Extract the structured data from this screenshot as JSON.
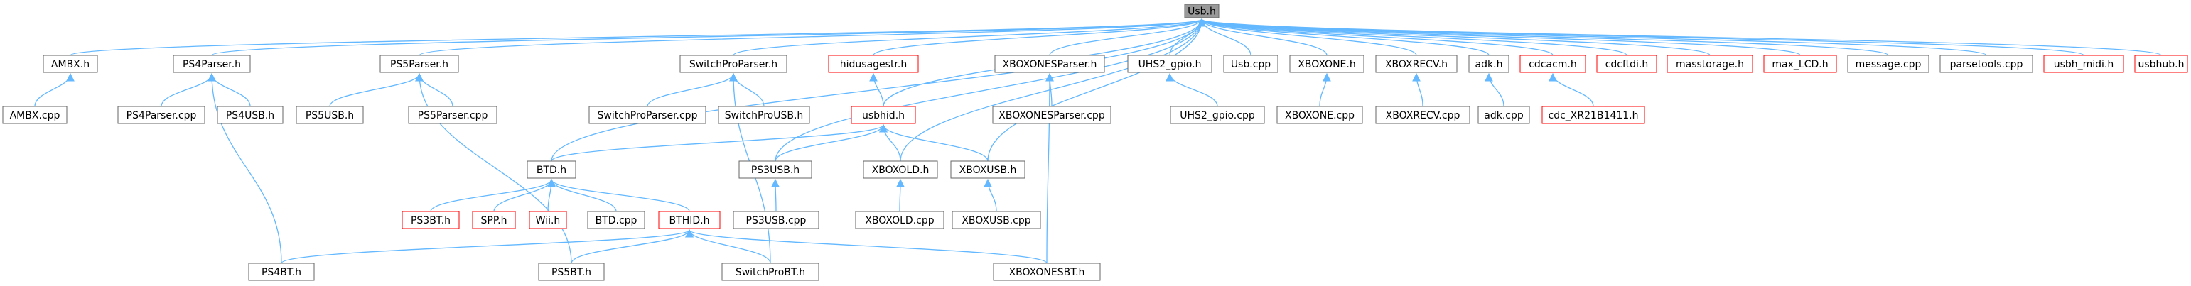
{
  "colors": {
    "edge": "#63b8ff",
    "root_fill": "#999999",
    "node_fill": "#ffffff",
    "node_stroke": "#666666",
    "incomplete_stroke": "#ff0000",
    "text": "#000000"
  },
  "graph": {
    "root": "Usb.h",
    "nodes": [
      {
        "id": "usb_h",
        "label": "Usb.h",
        "kind": "root"
      },
      {
        "id": "ambx_h",
        "label": "AMBX.h",
        "kind": "normal"
      },
      {
        "id": "ps4parser_h",
        "label": "PS4Parser.h",
        "kind": "normal"
      },
      {
        "id": "ps5parser_h",
        "label": "PS5Parser.h",
        "kind": "normal"
      },
      {
        "id": "switchproparser_h",
        "label": "SwitchProParser.h",
        "kind": "normal"
      },
      {
        "id": "hidusagestr_h",
        "label": "hidusagestr.h",
        "kind": "incomplete"
      },
      {
        "id": "xboxonesparser_h",
        "label": "XBOXONESParser.h",
        "kind": "normal"
      },
      {
        "id": "uhs2_gpio_h",
        "label": "UHS2_gpio.h",
        "kind": "normal"
      },
      {
        "id": "usb_cpp",
        "label": "Usb.cpp",
        "kind": "normal"
      },
      {
        "id": "xboxone_h",
        "label": "XBOXONE.h",
        "kind": "normal"
      },
      {
        "id": "xboxrecv_h",
        "label": "XBOXRECV.h",
        "kind": "normal"
      },
      {
        "id": "adk_h",
        "label": "adk.h",
        "kind": "normal"
      },
      {
        "id": "cdcacm_h",
        "label": "cdcacm.h",
        "kind": "incomplete"
      },
      {
        "id": "cdcftdi_h",
        "label": "cdcftdi.h",
        "kind": "incomplete"
      },
      {
        "id": "masstorage_h",
        "label": "masstorage.h",
        "kind": "incomplete"
      },
      {
        "id": "max_lcd_h",
        "label": "max_LCD.h",
        "kind": "incomplete"
      },
      {
        "id": "message_cpp",
        "label": "message.cpp",
        "kind": "normal"
      },
      {
        "id": "parsetools_cpp",
        "label": "parsetools.cpp",
        "kind": "normal"
      },
      {
        "id": "usbh_midi_h",
        "label": "usbh_midi.h",
        "kind": "incomplete"
      },
      {
        "id": "usbhub_h",
        "label": "usbhub.h",
        "kind": "incomplete"
      },
      {
        "id": "ambx_cpp",
        "label": "AMBX.cpp",
        "kind": "normal"
      },
      {
        "id": "ps4parser_cpp",
        "label": "PS4Parser.cpp",
        "kind": "normal"
      },
      {
        "id": "ps4usb_h",
        "label": "PS4USB.h",
        "kind": "normal"
      },
      {
        "id": "ps5usb_h",
        "label": "PS5USB.h",
        "kind": "normal"
      },
      {
        "id": "ps5parser_cpp",
        "label": "PS5Parser.cpp",
        "kind": "normal"
      },
      {
        "id": "switchproparser_cpp",
        "label": "SwitchProParser.cpp",
        "kind": "normal"
      },
      {
        "id": "switchprousb_h",
        "label": "SwitchProUSB.h",
        "kind": "normal"
      },
      {
        "id": "usbhid_h",
        "label": "usbhid.h",
        "kind": "incomplete"
      },
      {
        "id": "xboxonesparser_cpp",
        "label": "XBOXONESParser.cpp",
        "kind": "normal"
      },
      {
        "id": "uhs2_gpio_cpp",
        "label": "UHS2_gpio.cpp",
        "kind": "normal"
      },
      {
        "id": "xboxone_cpp",
        "label": "XBOXONE.cpp",
        "kind": "normal"
      },
      {
        "id": "xboxrecv_cpp",
        "label": "XBOXRECV.cpp",
        "kind": "normal"
      },
      {
        "id": "adk_cpp",
        "label": "adk.cpp",
        "kind": "normal"
      },
      {
        "id": "cdc_xr21b1411_h",
        "label": "cdc_XR21B1411.h",
        "kind": "incomplete"
      },
      {
        "id": "btd_h",
        "label": "BTD.h",
        "kind": "normal"
      },
      {
        "id": "ps3usb_h",
        "label": "PS3USB.h",
        "kind": "normal"
      },
      {
        "id": "xboxold_h",
        "label": "XBOXOLD.h",
        "kind": "normal"
      },
      {
        "id": "xboxusb_h",
        "label": "XBOXUSB.h",
        "kind": "normal"
      },
      {
        "id": "ps3bt_h",
        "label": "PS3BT.h",
        "kind": "incomplete"
      },
      {
        "id": "spp_h",
        "label": "SPP.h",
        "kind": "incomplete"
      },
      {
        "id": "wii_h",
        "label": "Wii.h",
        "kind": "incomplete"
      },
      {
        "id": "btd_cpp",
        "label": "BTD.cpp",
        "kind": "normal"
      },
      {
        "id": "bthid_h",
        "label": "BTHID.h",
        "kind": "incomplete"
      },
      {
        "id": "ps3usb_cpp",
        "label": "PS3USB.cpp",
        "kind": "normal"
      },
      {
        "id": "xboxold_cpp",
        "label": "XBOXOLD.cpp",
        "kind": "normal"
      },
      {
        "id": "xboxusb_cpp",
        "label": "XBOXUSB.cpp",
        "kind": "normal"
      },
      {
        "id": "ps4bt_h",
        "label": "PS4BT.h",
        "kind": "normal"
      },
      {
        "id": "ps5bt_h",
        "label": "PS5BT.h",
        "kind": "normal"
      },
      {
        "id": "switchprobt_h",
        "label": "SwitchProBT.h",
        "kind": "normal"
      },
      {
        "id": "xboxonesbt_h",
        "label": "XBOXONESBT.h",
        "kind": "normal"
      }
    ],
    "edges": [
      [
        "ambx_h",
        "usb_h"
      ],
      [
        "ps4parser_h",
        "usb_h"
      ],
      [
        "ps5parser_h",
        "usb_h"
      ],
      [
        "switchproparser_h",
        "usb_h"
      ],
      [
        "hidusagestr_h",
        "usb_h"
      ],
      [
        "xboxonesparser_h",
        "usb_h"
      ],
      [
        "uhs2_gpio_h",
        "usb_h"
      ],
      [
        "usb_cpp",
        "usb_h"
      ],
      [
        "xboxone_h",
        "usb_h"
      ],
      [
        "xboxrecv_h",
        "usb_h"
      ],
      [
        "adk_h",
        "usb_h"
      ],
      [
        "cdcacm_h",
        "usb_h"
      ],
      [
        "cdcftdi_h",
        "usb_h"
      ],
      [
        "masstorage_h",
        "usb_h"
      ],
      [
        "max_lcd_h",
        "usb_h"
      ],
      [
        "message_cpp",
        "usb_h"
      ],
      [
        "parsetools_cpp",
        "usb_h"
      ],
      [
        "usbh_midi_h",
        "usb_h"
      ],
      [
        "usbhub_h",
        "usb_h"
      ],
      [
        "btd_h",
        "usb_h"
      ],
      [
        "ps3usb_h",
        "usb_h"
      ],
      [
        "xboxold_h",
        "usb_h"
      ],
      [
        "xboxusb_h",
        "usb_h"
      ],
      [
        "usbhid_h",
        "usb_h"
      ],
      [
        "ambx_cpp",
        "ambx_h"
      ],
      [
        "ps4parser_cpp",
        "ps4parser_h"
      ],
      [
        "ps4usb_h",
        "ps4parser_h"
      ],
      [
        "ps4bt_h",
        "ps4parser_h"
      ],
      [
        "ps5usb_h",
        "ps5parser_h"
      ],
      [
        "ps5parser_cpp",
        "ps5parser_h"
      ],
      [
        "ps5bt_h",
        "ps5parser_h"
      ],
      [
        "switchproparser_cpp",
        "switchproparser_h"
      ],
      [
        "switchprousb_h",
        "switchproparser_h"
      ],
      [
        "switchprobt_h",
        "switchproparser_h"
      ],
      [
        "usbhid_h",
        "hidusagestr_h"
      ],
      [
        "xboxonesparser_cpp",
        "xboxonesparser_h"
      ],
      [
        "xboxonesbt_h",
        "xboxonesparser_h"
      ],
      [
        "uhs2_gpio_cpp",
        "uhs2_gpio_h"
      ],
      [
        "xboxone_cpp",
        "xboxone_h"
      ],
      [
        "xboxrecv_cpp",
        "xboxrecv_h"
      ],
      [
        "adk_cpp",
        "adk_h"
      ],
      [
        "cdc_xr21b1411_h",
        "cdcacm_h"
      ],
      [
        "btd_h",
        "usbhid_h"
      ],
      [
        "ps3usb_h",
        "usbhid_h"
      ],
      [
        "xboxold_h",
        "usbhid_h"
      ],
      [
        "xboxusb_h",
        "usbhid_h"
      ],
      [
        "ps3bt_h",
        "btd_h"
      ],
      [
        "spp_h",
        "btd_h"
      ],
      [
        "wii_h",
        "btd_h"
      ],
      [
        "btd_cpp",
        "btd_h"
      ],
      [
        "bthid_h",
        "btd_h"
      ],
      [
        "ps3usb_cpp",
        "ps3usb_h"
      ],
      [
        "xboxold_cpp",
        "xboxold_h"
      ],
      [
        "xboxusb_cpp",
        "xboxusb_h"
      ],
      [
        "ps4bt_h",
        "bthid_h"
      ],
      [
        "ps5bt_h",
        "bthid_h"
      ],
      [
        "switchprobt_h",
        "bthid_h"
      ],
      [
        "xboxonesbt_h",
        "bthid_h"
      ]
    ]
  }
}
